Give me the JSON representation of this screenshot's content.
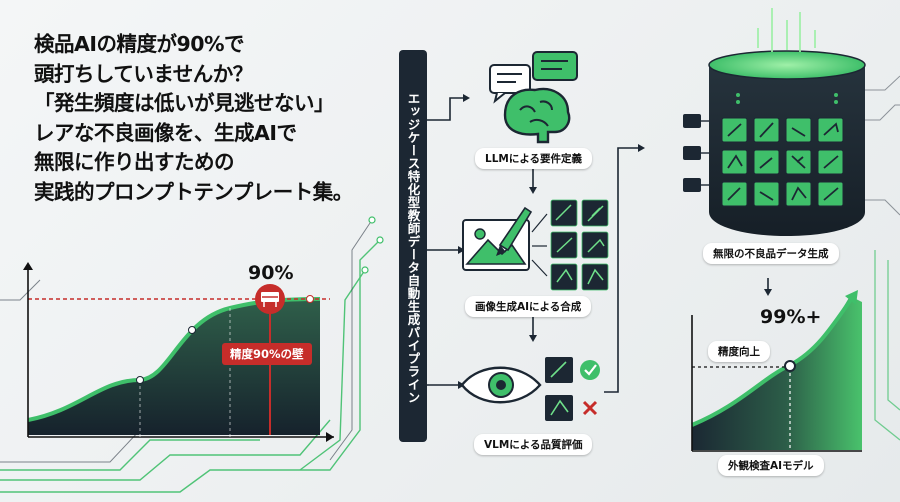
{
  "headline": {
    "lines": [
      "検品AIの精度が90%で",
      "頭打ちしていませんか？",
      "「発生頻度は低いが見逃せない」",
      "レアな不良画像を、生成AIで",
      "無限に作り出すための",
      "実践的プロンプトテンプレート集。"
    ]
  },
  "pipeline_label": "エッジケース特化型教師データ自動生成パイプライン",
  "left_chart": {
    "accuracy_label": "90%",
    "wall_label": "精度90%の壁"
  },
  "steps": {
    "llm": "LLMによる要件定義",
    "image_gen": "画像生成AIによる合成",
    "vlm": "VLMによる品質評価",
    "data_gen": "無限の不良品データ生成",
    "model": "外観検査AIモデル"
  },
  "right_chart": {
    "accuracy_label": "99%+",
    "improve_label": "精度向上"
  },
  "colors": {
    "accent_green": "#3fbf6a",
    "dark_navy": "#1c2733",
    "alert_red": "#c62d2a"
  }
}
